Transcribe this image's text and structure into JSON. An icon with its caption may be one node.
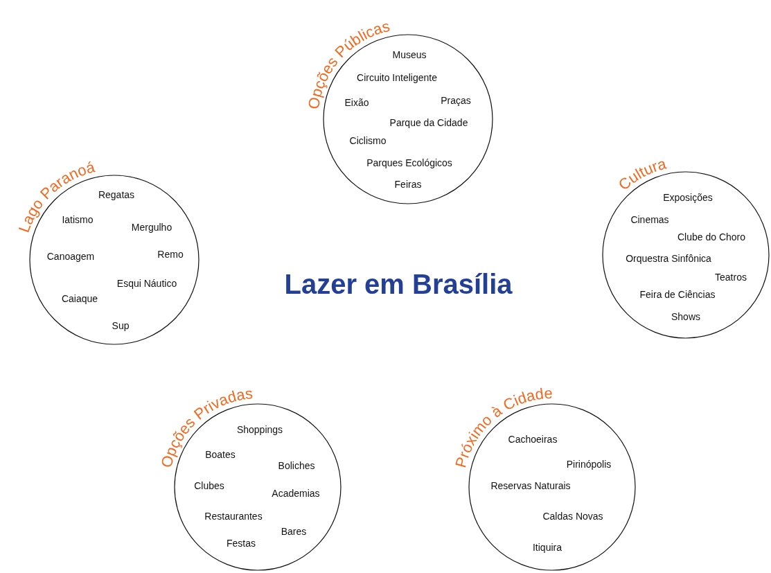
{
  "diagram": {
    "title": "Lazer em Brasília",
    "nodes": [
      {
        "text": [
          "Opções Públicas",
          "Museus",
          "Circuito Inteligente",
          "Eixão",
          "Praças",
          "Parque da Cidade",
          "Ciclismo",
          "Parques Ecológicos",
          "Feiras"
        ]
      },
      {
        "text": [
          "Lago Paranoá",
          "Regatas",
          "Iatismo",
          "Mergulho",
          "Canoagem",
          "Remo",
          "Esqui Náutico",
          "Caiaque",
          "Sup"
        ]
      },
      {
        "text": [
          "Cultura",
          "Exposições",
          "Cinemas",
          "Clube do Choro",
          "Orquestra Sinfônica",
          "Teatros",
          "Feira de Ciências",
          "Shows"
        ]
      },
      {
        "text": [
          "Opções Privadas",
          "Shoppings",
          "Boates",
          "Boliches",
          "Clubes",
          "Academias",
          "Restaurantes",
          "Bares",
          "Festas"
        ]
      },
      {
        "text": [
          "Próximo à Cidade",
          "Cachoeiras",
          "Pirinópolis",
          "Reservas Naturais",
          "Caldas Novas",
          "Itiquira"
        ]
      }
    ]
  }
}
